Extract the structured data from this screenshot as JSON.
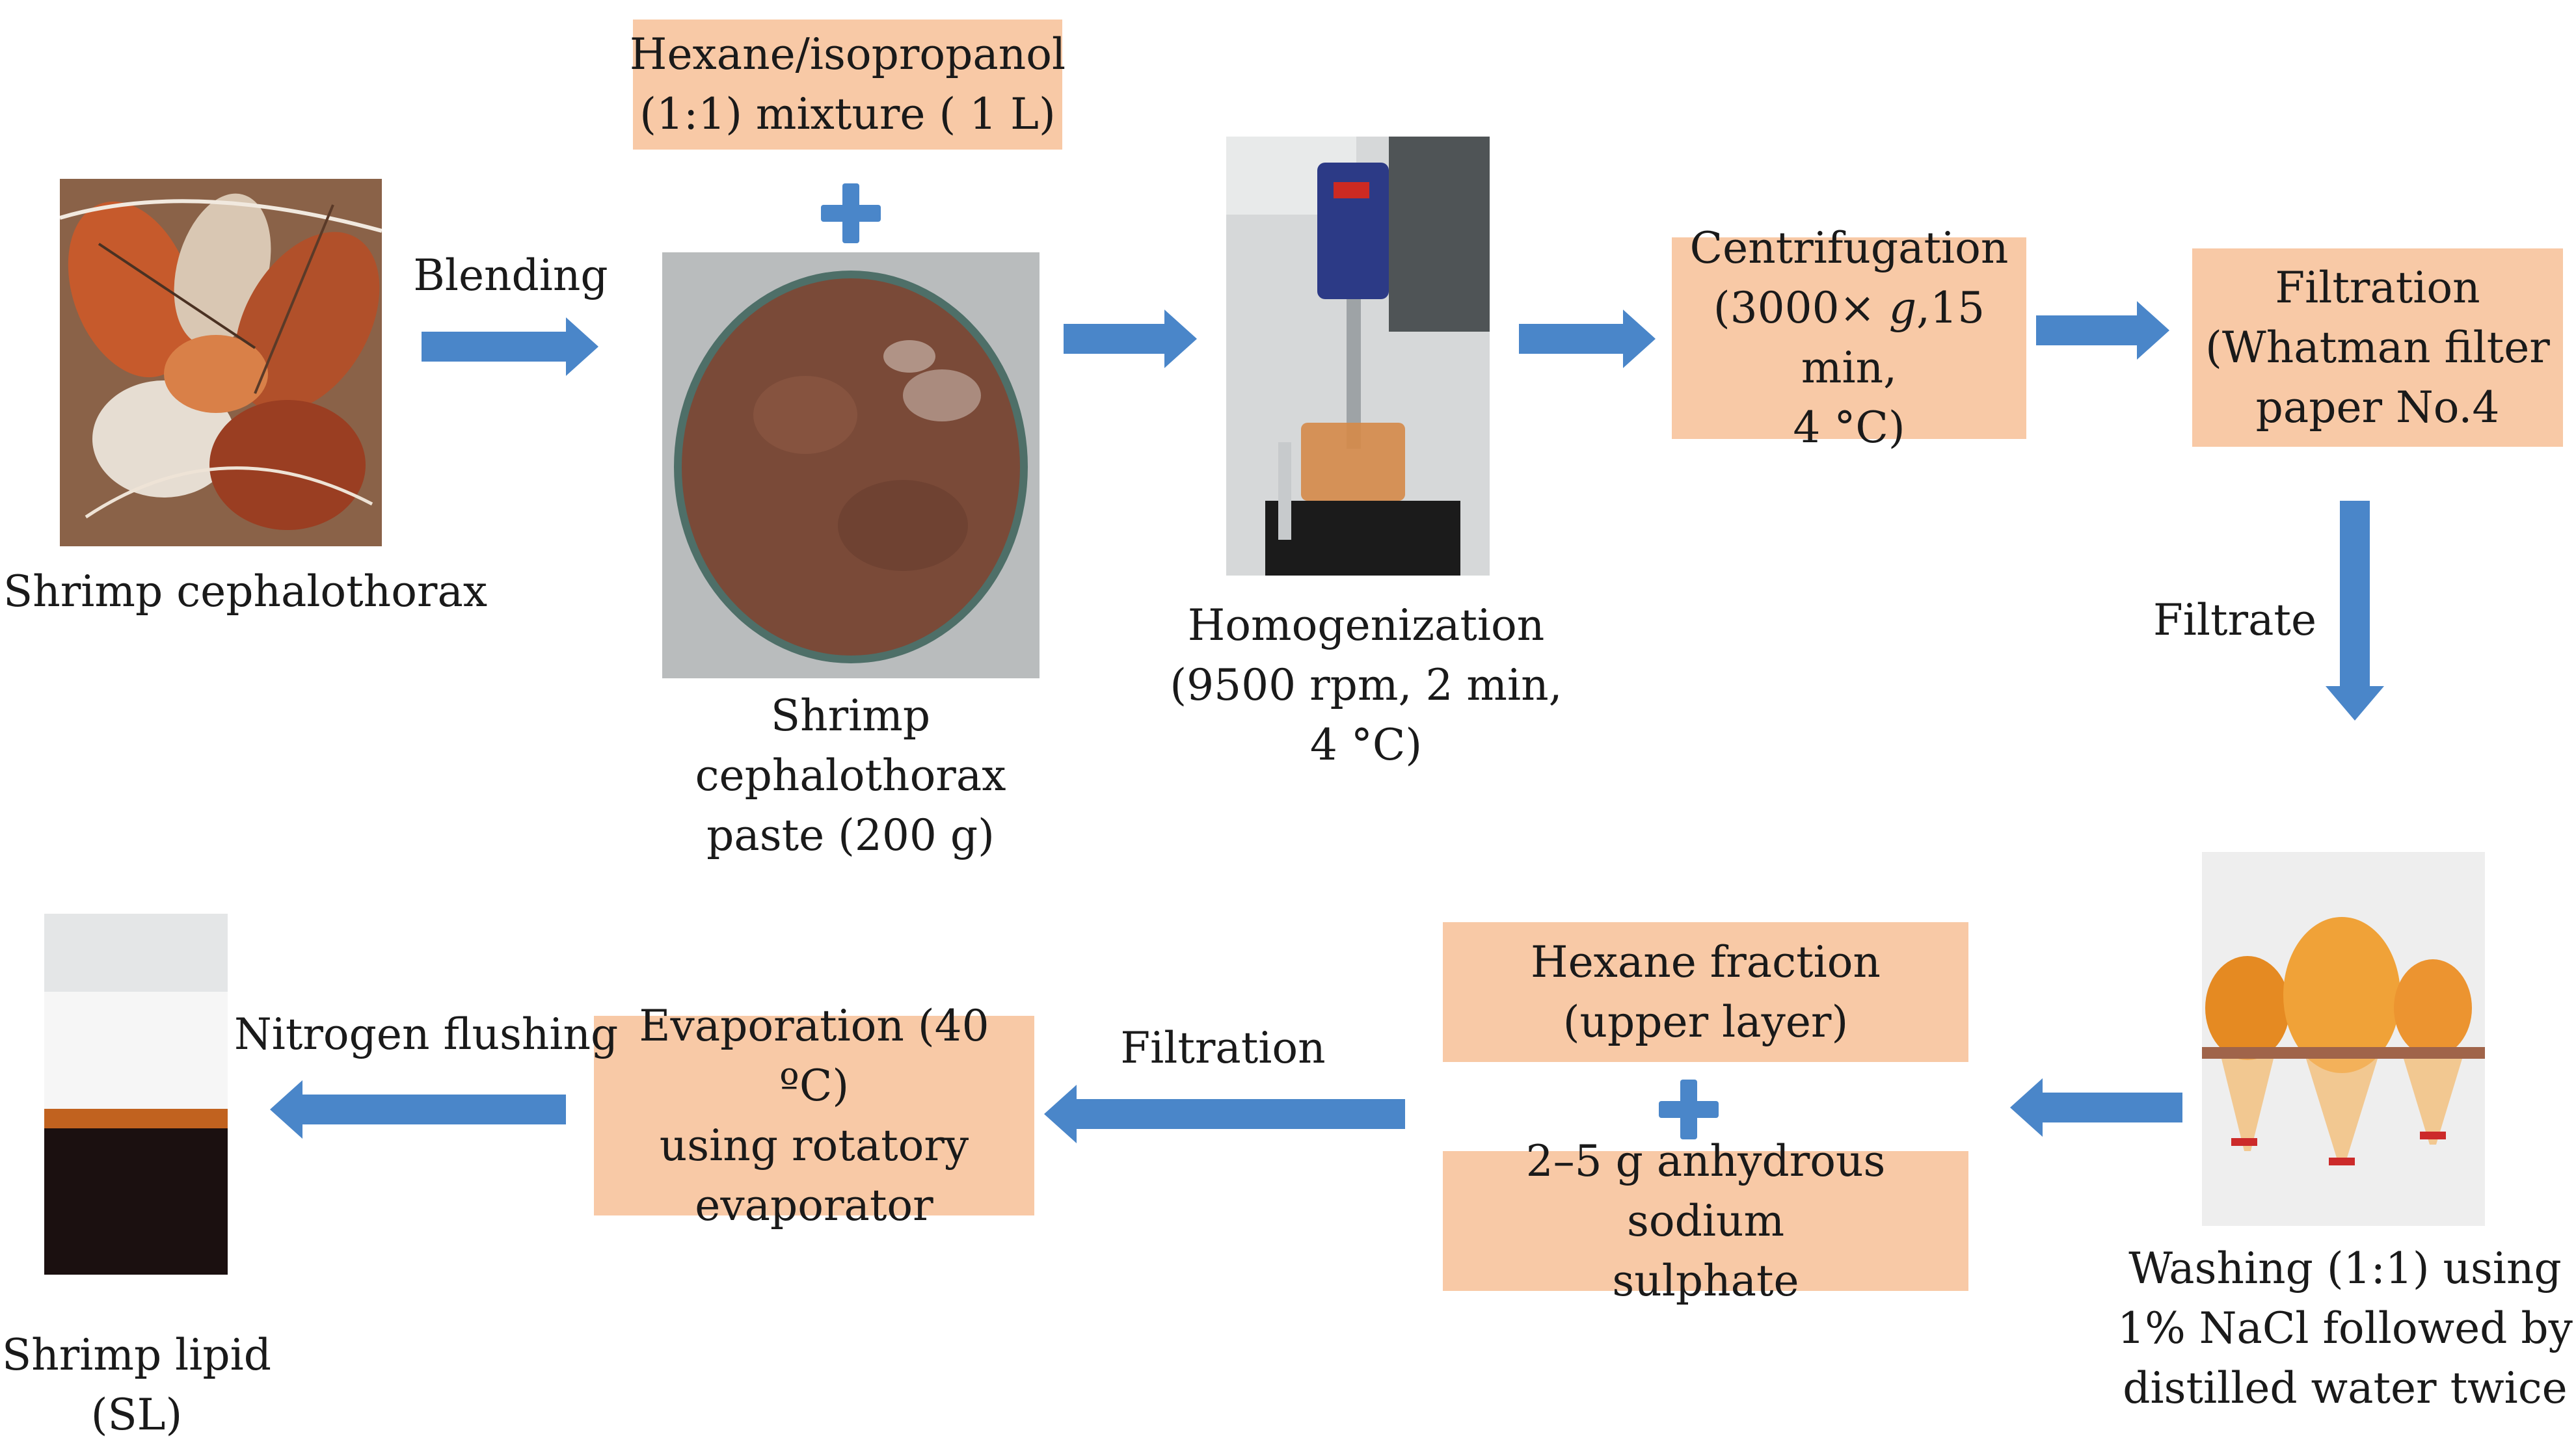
{
  "colors": {
    "box_fill": "#f8c9a6",
    "arrow": "#4a86c9",
    "text": "#1a1a1a"
  },
  "photos": {
    "shrimp": "shrimp-cephalothorax-photo",
    "paste": "shrimp-paste-petri-dish-photo",
    "homogenizer": "homogenizer-photo",
    "funnels": "separatory-funnels-photo",
    "lipid": "shrimp-lipid-jar-photo"
  },
  "labels": {
    "shrimp": "Shrimp cephalothorax",
    "paste": "Shrimp cephalothorax\npaste (200 g)",
    "homogenization": "Homogenization\n(9500 rpm, 2 min,\n4 °C)",
    "washing": "Washing (1:1) using\n1% NaCl followed by\ndistilled water twice",
    "lipid": "Shrimp lipid\n(SL)"
  },
  "boxes": {
    "solvent": "Hexane/isopropanol\n(1:1) mixture ( 1 L)",
    "centrifugation_pre": "Centrifugation\n(3000× ",
    "centrifugation_g": "g",
    "centrifugation_post": ",15 min,\n4 °C)",
    "filtration": "Filtration\n(Whatman filter\npaper No.4",
    "hexane_fraction": "Hexane fraction\n(upper layer)",
    "sodium_sulphate": "2–5 g anhydrous sodium\nsulphate",
    "evaporation": "Evaporation (40 ºC)\nusing rotatory\nevaporator"
  },
  "arrows": {
    "blending": "Blending",
    "filtrate": "Filtrate",
    "filtration": "Filtration",
    "nitrogen": "Nitrogen flushing"
  }
}
